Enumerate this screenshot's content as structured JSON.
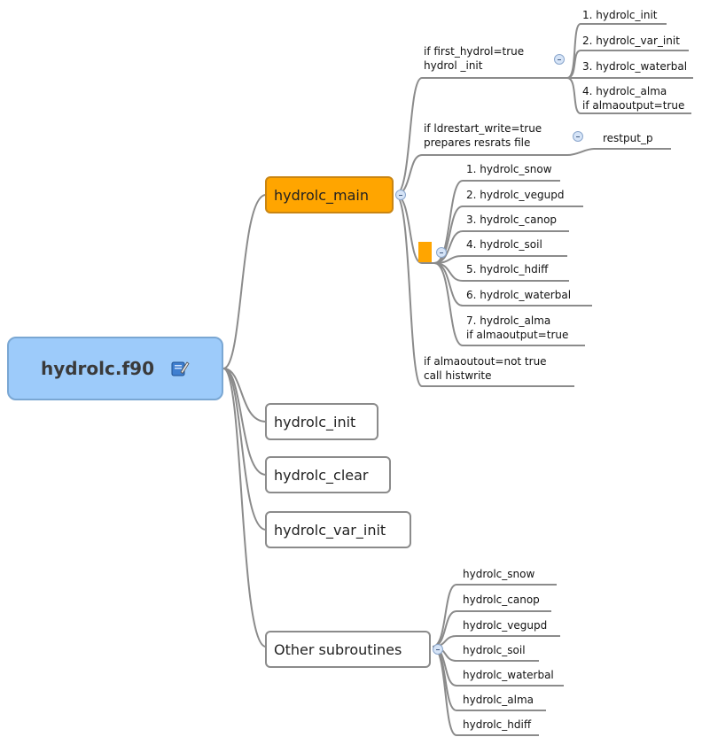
{
  "root": {
    "label": "hydrolc.f90",
    "icon": "document-edit-icon"
  },
  "branches": {
    "main": {
      "label": "hydrolc_main",
      "init_condition": "if first_hydrol=true\nhydrol _init",
      "init_steps": [
        "1. hydrolc_init",
        "2. hydrolc_var_init",
        "3. hydrolc_waterbal",
        "4. hydrolc_alma\nif almaoutput=true"
      ],
      "restart_condition": "if ldrestart_write=true\nprepares resrats file",
      "restart_call": "restput_p",
      "steps": [
        "1. hydrolc_snow",
        "2. hydrolc_vegupd",
        "3. hydrolc_canop",
        "4. hydrolc_soil",
        "5. hydrolc_hdiff",
        "6. hydrolc_waterbal",
        "7. hydrolc_alma\nif almaoutput=true"
      ],
      "histwrite_condition": "if almaoutout=not true\ncall histwrite"
    },
    "init": {
      "label": "hydrolc_init"
    },
    "clear": {
      "label": "hydrolc_clear"
    },
    "var_init": {
      "label": "hydrolc_var_init"
    },
    "other": {
      "label": "Other subroutines",
      "items": [
        "hydrolc_snow",
        "hydrolc_canop",
        "hydrolc_vegupd",
        "hydrolc_soil",
        "hydrolc_waterbal",
        "hydrolc_alma",
        "hydrolc_hdiff"
      ]
    }
  },
  "colors": {
    "root_fill": "#9dcbfa",
    "main_fill": "#ffa500",
    "line": "#8b8b8b"
  }
}
